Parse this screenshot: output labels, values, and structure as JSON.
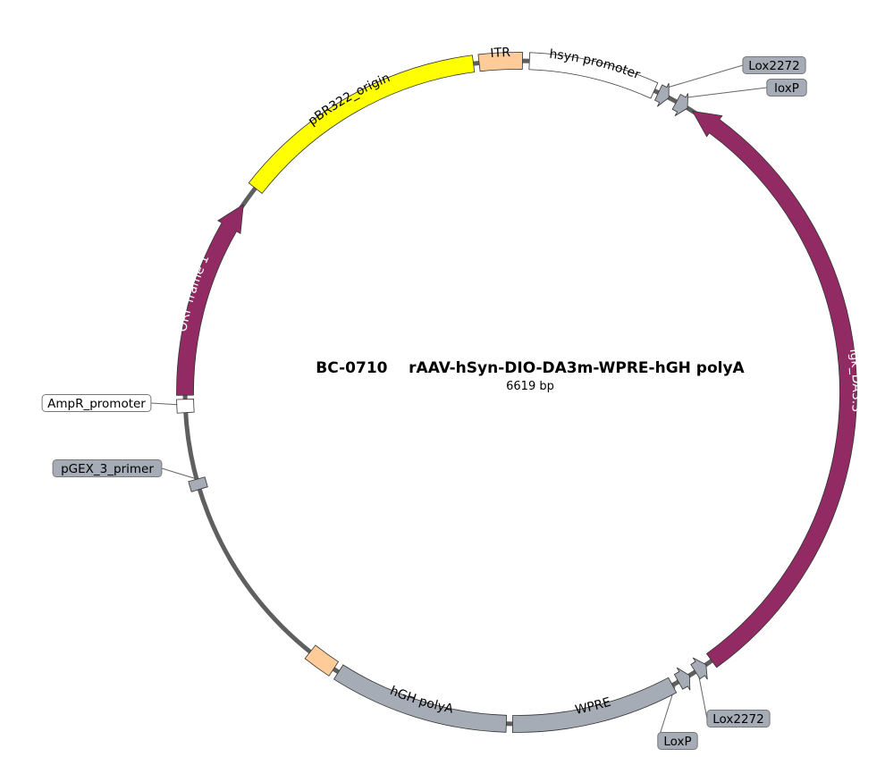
{
  "plasmid": {
    "title": "BC-0710    rAAV-hSyn-DIO-DA3m-WPRE-hGH polyA",
    "length": "6619 bp",
    "backbone_color": "#5f5f5f"
  },
  "features": [
    {
      "id": "pbr322",
      "label": "pBR322_origin",
      "start": -52,
      "end": -7.5,
      "type": "box",
      "fill": "#ffff00",
      "text_color": "#000000"
    },
    {
      "id": "itr-top",
      "label": "ITR",
      "start": -6.5,
      "end": 1.0,
      "type": "box",
      "fill": "#ffcc99",
      "text_color": "#000000"
    },
    {
      "id": "hsyn",
      "label": "hsyn promoter",
      "start": 2.2,
      "end": 24.5,
      "type": "box",
      "fill": "#ffffff",
      "text_color": "#000000"
    },
    {
      "id": "lox2272-top",
      "label": "Lox2272",
      "start": 25.3,
      "end": 27.3,
      "type": "arrow",
      "dir": 1,
      "fill": "#a5acb5",
      "text_color": "#000000"
    },
    {
      "id": "loxp-top",
      "label": "loxP",
      "start": 28.8,
      "end": 31.0,
      "type": "arrow",
      "dir": 1,
      "fill": "#a5acb5",
      "text_color": "#000000"
    },
    {
      "id": "igk",
      "label": "Igk_DA3.3",
      "start": 32.0,
      "end": 144.0,
      "type": "arrow",
      "dir": -1,
      "fill": "#922b63",
      "text_color": "#ffffff"
    },
    {
      "id": "lox2272-bot",
      "label": "Lox2272",
      "start": 145.2,
      "end": 147.4,
      "type": "arrow",
      "dir": -1,
      "fill": "#a5acb5",
      "text_color": "#000000"
    },
    {
      "id": "loxp-bot",
      "label": "LoxP",
      "start": 148.6,
      "end": 150.8,
      "type": "arrow",
      "dir": -1,
      "fill": "#a5acb5",
      "text_color": "#000000"
    },
    {
      "id": "wpre",
      "label": "WPRE",
      "start": 152.0,
      "end": 180.7,
      "type": "box",
      "fill": "#a5acb5",
      "text_color": "#000000"
    },
    {
      "id": "hgh",
      "label": "hGH polyA",
      "start": 181.8,
      "end": 212.5,
      "type": "box",
      "fill": "#a5acb5",
      "text_color": "#000000"
    },
    {
      "id": "itr-bot",
      "label": "ITR",
      "start": 213.5,
      "end": 218.5,
      "type": "box",
      "fill": "#ffcc99",
      "text_color": "#000000"
    },
    {
      "id": "pgex",
      "label": "pGEX_3_primer",
      "start": 253.0,
      "end": 254.8,
      "type": "box",
      "fill": "#a5acb5",
      "text_color": "#000000"
    },
    {
      "id": "ampr",
      "label": "AmpR_promoter",
      "start": 266.5,
      "end": 268.8,
      "type": "box",
      "fill": "#ffffff",
      "text_color": "#000000"
    },
    {
      "id": "orf1",
      "label": "ORF frame 1",
      "start": 269.5,
      "end": 304.5,
      "type": "arrow",
      "dir": 1,
      "fill": "#922b63",
      "text_color": "#ffffff"
    }
  ],
  "callouts": [
    {
      "feature": "lox2272-top",
      "label": "Lox2272"
    },
    {
      "feature": "loxp-top",
      "label": "loxP"
    },
    {
      "feature": "lox2272-bot",
      "label": "Lox2272"
    },
    {
      "feature": "loxp-bot",
      "label": "LoxP"
    },
    {
      "feature": "ampr",
      "label": "AmpR_promoter"
    },
    {
      "feature": "pgex",
      "label": "pGEX_3_primer"
    }
  ]
}
